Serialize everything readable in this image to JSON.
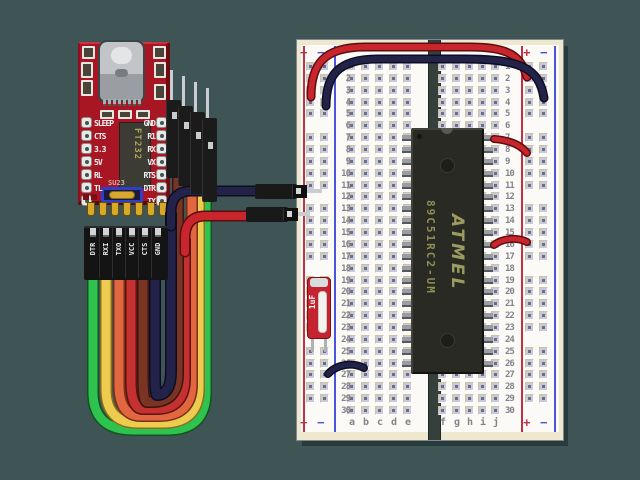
{
  "scene": {
    "background_color": "#3F5454",
    "description": "Pixel-art illustration: USB-to-serial adapter cabled to a breadboard holding an Atmel 89C51RC2 microcontroller"
  },
  "adapter": {
    "board_color": "#A81623",
    "chip_label": "FT232",
    "silk_text": "SU23",
    "left_pin_labels": [
      "SLEEP",
      "CTS",
      "3.3",
      "5V",
      "RL",
      "TL"
    ],
    "right_pin_labels": [
      "GND",
      "R1",
      "RX",
      "VX",
      "RTS",
      "DTR",
      "TX"
    ]
  },
  "cable": {
    "connector_labels": [
      "DTR",
      "RXI",
      "TXO",
      "VCC",
      "CTS",
      "GND"
    ],
    "ribbon": [
      {
        "name": "ribbon-wire-green",
        "color": "#2EC24E",
        "outline": "#14541F"
      },
      {
        "name": "ribbon-wire-yellow",
        "color": "#EDCB4F",
        "outline": "#8A6F1E"
      },
      {
        "name": "ribbon-wire-orange",
        "color": "#E0673F",
        "outline": "#7A2E14"
      },
      {
        "name": "ribbon-wire-red",
        "color": "#C53030",
        "outline": "#5E1212"
      },
      {
        "name": "ribbon-wire-brown",
        "color": "#7A3424",
        "outline": "#3A160C"
      },
      {
        "name": "ribbon-wire-navy",
        "color": "#23234A",
        "outline": "#0D0D22"
      }
    ]
  },
  "jumpers": [
    {
      "name": "power-rail-red-top",
      "color": "#C8262C",
      "outline": "#5A0E12",
      "from": "left + rail",
      "to": "right + rail"
    },
    {
      "name": "ground-rail-navy-top",
      "color": "#23234A",
      "outline": "#0D0D22",
      "from": "left − rail",
      "to": "right − rail"
    },
    {
      "name": "red-j7-to-plus-rail",
      "color": "#C8262C",
      "outline": "#5A0E12",
      "from": "j7",
      "to": "right + rail row 8"
    },
    {
      "name": "red-j16-to-plus-rail",
      "color": "#C8262C",
      "outline": "#5A0E12",
      "from": "j16",
      "to": "right + rail row 16"
    },
    {
      "name": "navy-minus-rail-to-b26",
      "color": "#23234A",
      "outline": "#0D0D22",
      "from": "left − rail row 26",
      "to": "b26"
    },
    {
      "name": "cable-navy-to-left-rail",
      "color": "#23234A",
      "outline": "#0D0D22",
      "from": "adapter cable GND",
      "to": "left rail row 11"
    },
    {
      "name": "cable-red-to-left-rail",
      "color": "#C8262C",
      "outline": "#5A0E12",
      "from": "adapter cable VCC",
      "to": "left rail row 13"
    }
  ],
  "breadboard": {
    "row_count": 30,
    "left_column_labels": [
      "a",
      "b",
      "c",
      "d",
      "e"
    ],
    "right_column_labels": [
      "f",
      "g",
      "h",
      "i",
      "j"
    ],
    "plus_mark": "+",
    "minus_mark": "−",
    "rail_red": "#C23048",
    "rail_blue": "#4A55D8",
    "rail_gap_rows": [
      6,
      12,
      18,
      24,
      30
    ]
  },
  "mcu": {
    "brand": "ATMEL",
    "part_number": "89C51RC2-UM"
  },
  "capacitor": {
    "label": "1uF"
  }
}
